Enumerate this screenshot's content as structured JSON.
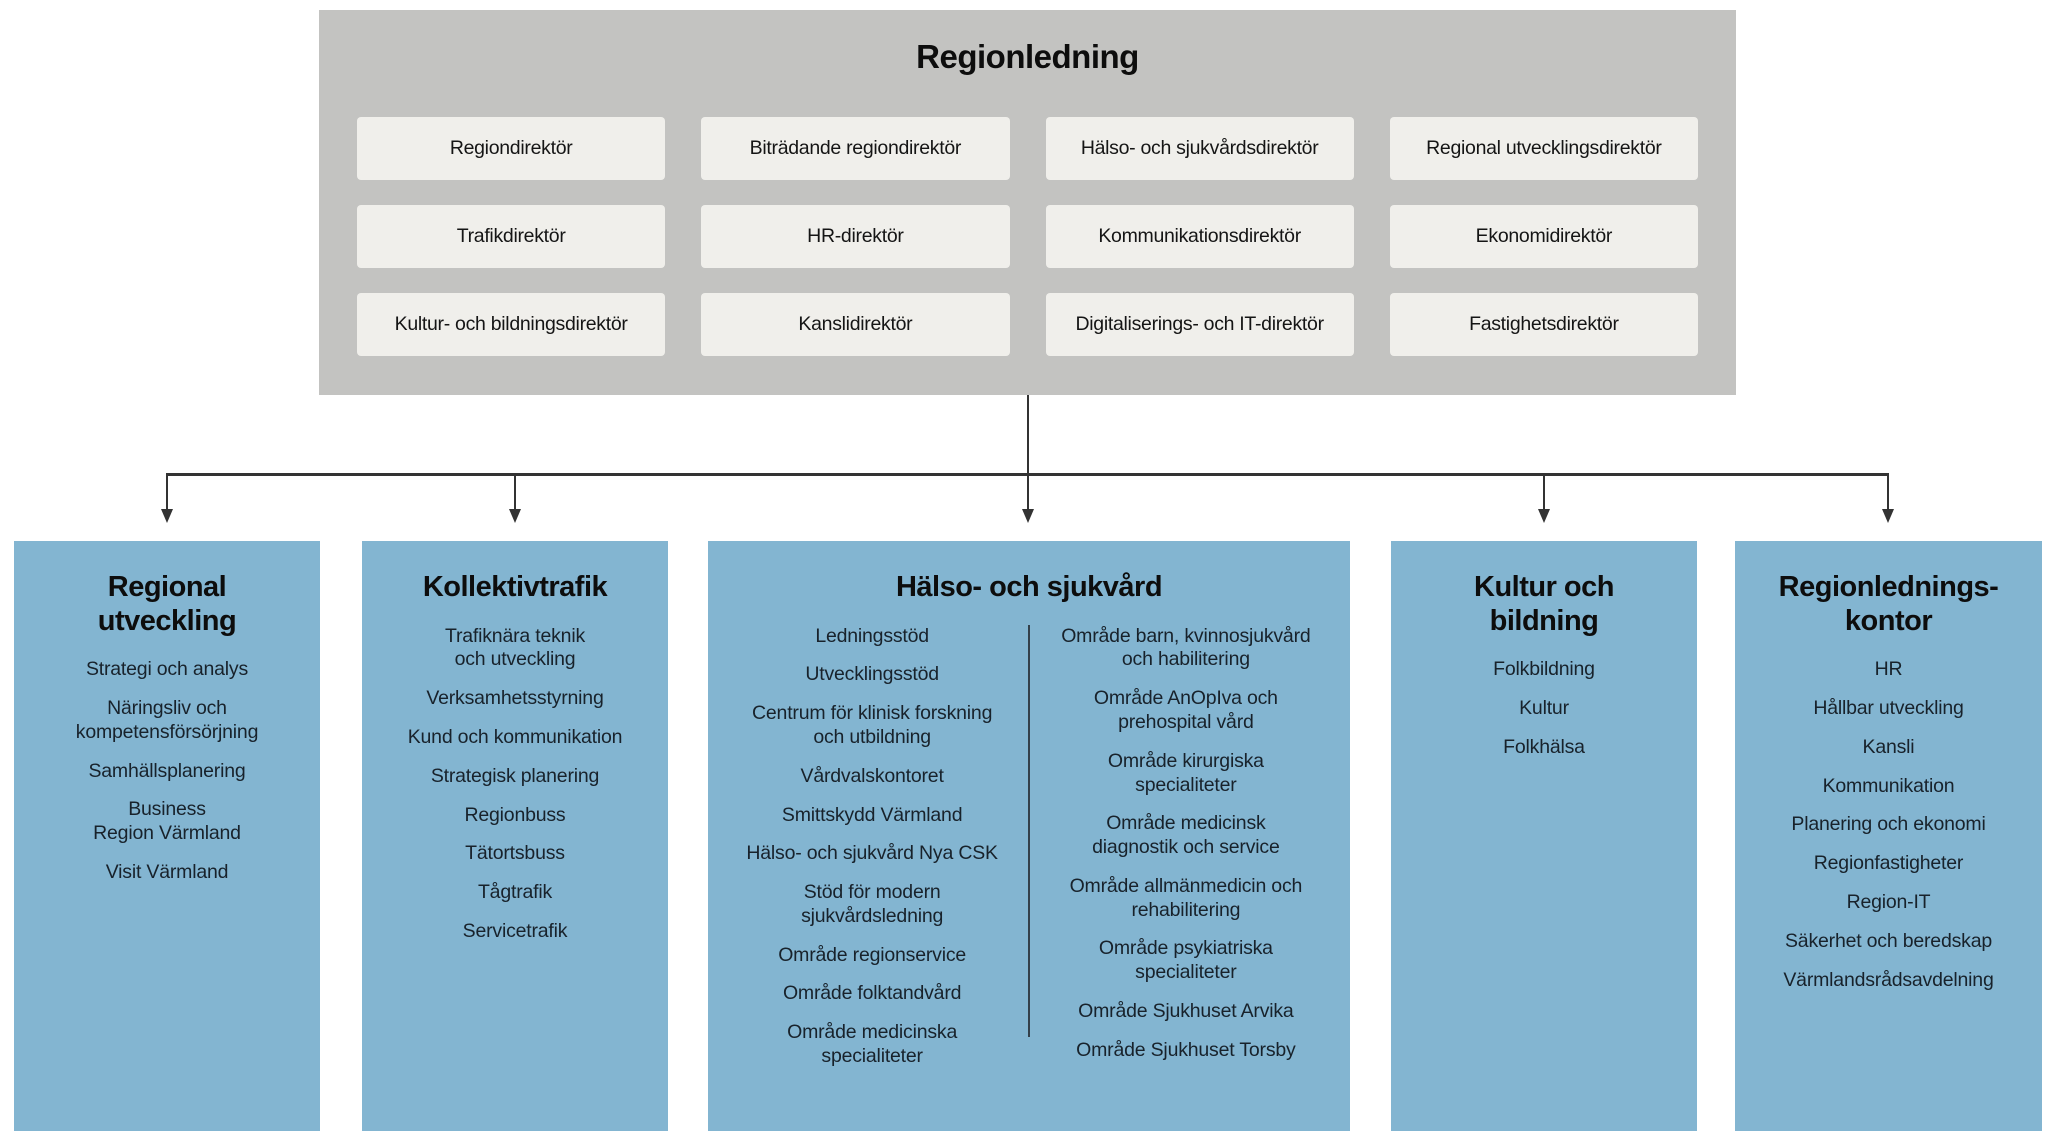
{
  "regionledning": {
    "title": "Regionledning",
    "roles": [
      "Regiondirektör",
      "Biträdande regiondirektör",
      "Hälso- och sjukvårdsdirektör",
      "Regional utvecklingsdirektör",
      "Trafikdirektör",
      "HR-direktör",
      "Kommunikationsdirektör",
      "Ekonomidirektör",
      "Kultur- och bildningsdirektör",
      "Kanslidirektör",
      "Digitaliserings- och IT-direktör",
      "Fastighetsdirektör"
    ]
  },
  "divisions": [
    {
      "id": "regional-utveckling",
      "title": "Regional\nutveckling",
      "columns": [
        [
          "Strategi och analys",
          "Näringsliv och\nkompetensförsörjning",
          "Samhällsplanering",
          "Business\nRegion Värmland",
          "Visit Värmland"
        ]
      ]
    },
    {
      "id": "kollektivtrafik",
      "title": "Kollektivtrafik",
      "columns": [
        [
          "Trafiknära teknik\noch utveckling",
          "Verksamhetsstyrning",
          "Kund och kommunikation",
          "Strategisk planering",
          "Regionbuss",
          "Tätortsbuss",
          "Tågtrafik",
          "Servicetrafik"
        ]
      ]
    },
    {
      "id": "halso-och-sjukvard",
      "title": "Hälso- och sjukvård",
      "columns": [
        [
          "Ledningsstöd",
          "Utvecklingsstöd",
          "Centrum för klinisk forskning\noch utbildning",
          "Vårdvalskontoret",
          "Smittskydd Värmland",
          "Hälso- och sjukvård Nya CSK",
          "Stöd för modern\nsjukvårdsledning",
          "Område regionservice",
          "Område folktandvård",
          "Område medicinska\nspecialiteter"
        ],
        [
          "Område barn, kvinnosjukvård\noch habilitering",
          "Område AnOpIva och\nprehospital vård",
          "Område kirurgiska\nspecialiteter",
          "Område medicinsk\ndiagnostik och service",
          "Område allmänmedicin och\nrehabilitering",
          "Område psykiatriska\nspecialiteter",
          "Område Sjukhuset Arvika",
          "Område Sjukhuset Torsby"
        ]
      ]
    },
    {
      "id": "kultur-och-bildning",
      "title": "Kultur och\nbildning",
      "columns": [
        [
          "Folkbildning",
          "Kultur",
          "Folkhälsa"
        ]
      ]
    },
    {
      "id": "regionledningskontor",
      "title": "Regionlednings-\nkontor",
      "columns": [
        [
          "HR",
          "Hållbar utveckling",
          "Kansli",
          "Kommunikation",
          "Planering och ekonomi",
          "Regionfastigheter",
          "Region-IT",
          "Säkerhet och beredskap",
          "Värmlandsrådsavdelning"
        ]
      ]
    }
  ],
  "colors": {
    "leadership_bg": "#c3c3c1",
    "role_box_bg": "#f0efeb",
    "division_bg": "#83b5d1",
    "connector": "#333333",
    "text": "#161616"
  }
}
